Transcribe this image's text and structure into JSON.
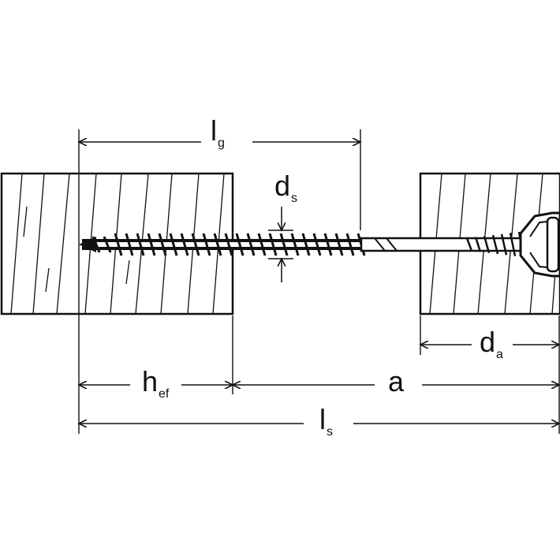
{
  "diagram": {
    "labels": {
      "lg": {
        "main": "l",
        "sub": "g"
      },
      "ds": {
        "main": "d",
        "sub": "s"
      },
      "da": {
        "main": "d",
        "sub": "a"
      },
      "hef": {
        "main": "h",
        "sub": "ef"
      },
      "a": {
        "main": "a",
        "sub": ""
      },
      "ls": {
        "main": "l",
        "sub": "s"
      }
    },
    "colors": {
      "line": "#111111",
      "block_fill": "#ffffff",
      "background": "#ffffff"
    }
  }
}
